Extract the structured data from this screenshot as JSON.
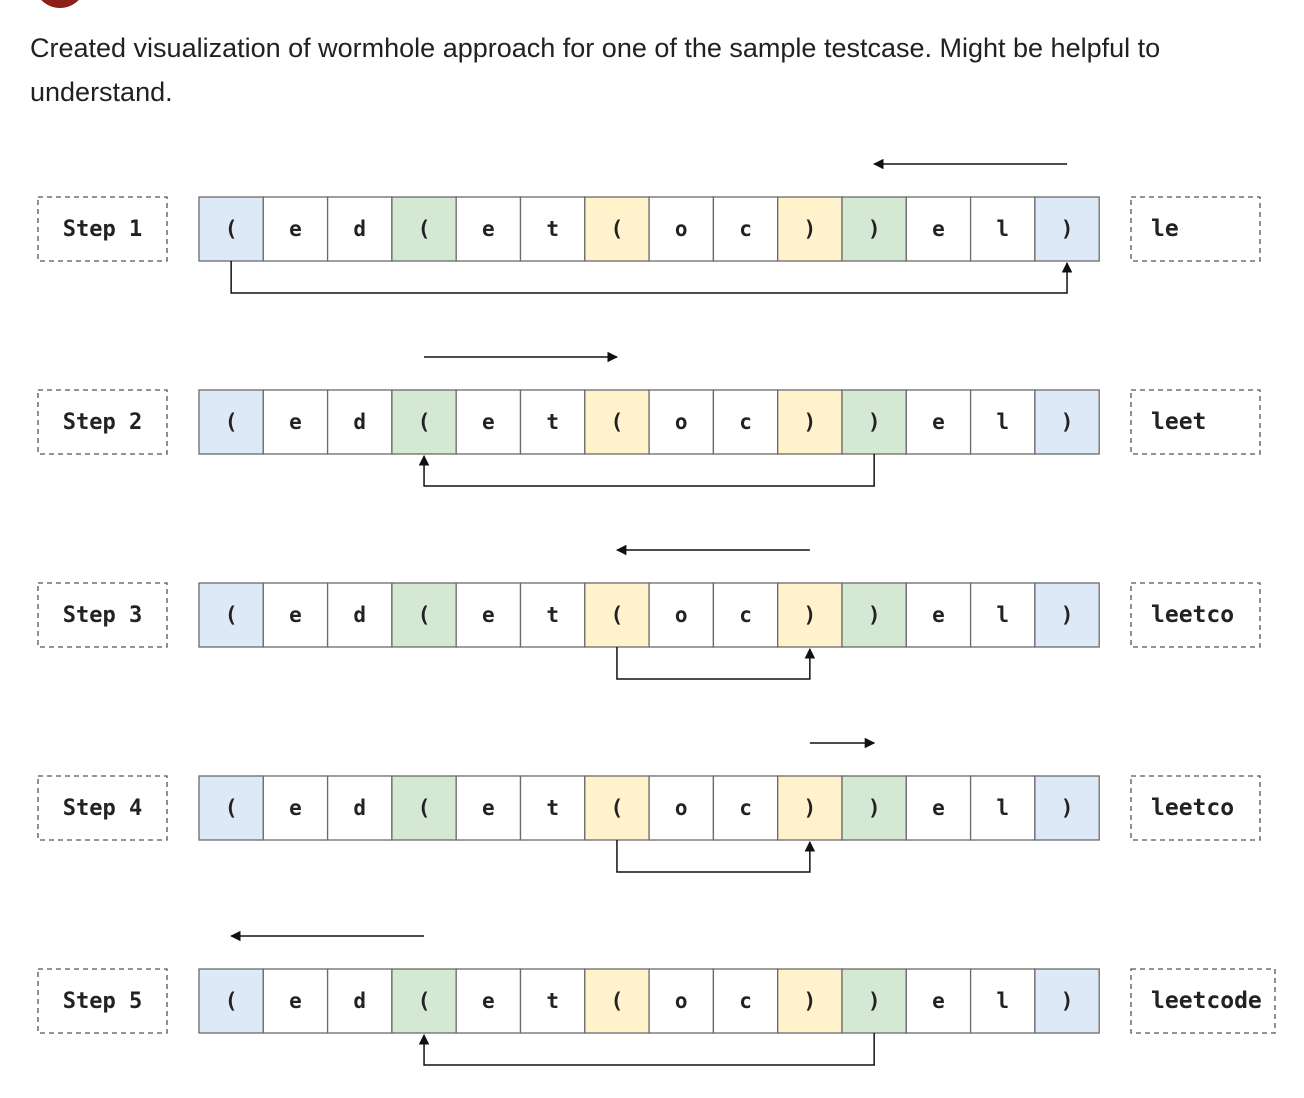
{
  "caption": "Created visualization of wormhole approach for one of the sample testcase. Might be helpful to understand.",
  "colors": {
    "blue": "#dde9f7",
    "green": "#d5e8d4",
    "yellow": "#fff2cc",
    "white": "#ffffff",
    "border": "#6b6b6b"
  },
  "cells": [
    {
      "char": "(",
      "color": "blue"
    },
    {
      "char": "e",
      "color": "white"
    },
    {
      "char": "d",
      "color": "white"
    },
    {
      "char": "(",
      "color": "green"
    },
    {
      "char": "e",
      "color": "white"
    },
    {
      "char": "t",
      "color": "white"
    },
    {
      "char": "(",
      "color": "yellow"
    },
    {
      "char": "o",
      "color": "white"
    },
    {
      "char": "c",
      "color": "white"
    },
    {
      "char": ")",
      "color": "yellow"
    },
    {
      "char": ")",
      "color": "green"
    },
    {
      "char": "e",
      "color": "white"
    },
    {
      "char": "l",
      "color": "white"
    },
    {
      "char": ")",
      "color": "blue"
    }
  ],
  "steps": [
    {
      "label": "Step 1",
      "result": "le",
      "jump_from": 0,
      "jump_to": 13,
      "dir_arrow": "left",
      "dir_from": 13,
      "dir_to": 10
    },
    {
      "label": "Step 2",
      "result": "leet",
      "jump_from": 10,
      "jump_to": 3,
      "dir_arrow": "right",
      "dir_from": 3,
      "dir_to": 6
    },
    {
      "label": "Step 3",
      "result": "leetco",
      "jump_from": 6,
      "jump_to": 9,
      "dir_arrow": "left",
      "dir_from": 9,
      "dir_to": 6
    },
    {
      "label": "Step 4",
      "result": "leetco",
      "jump_from": 6,
      "jump_to": 9,
      "dir_arrow": "right",
      "dir_from": 9,
      "dir_to": 10
    },
    {
      "label": "Step 5",
      "result": "leetcode",
      "jump_from": 10,
      "jump_to": 3,
      "dir_arrow": "left",
      "dir_from": 3,
      "dir_to": 0
    }
  ]
}
